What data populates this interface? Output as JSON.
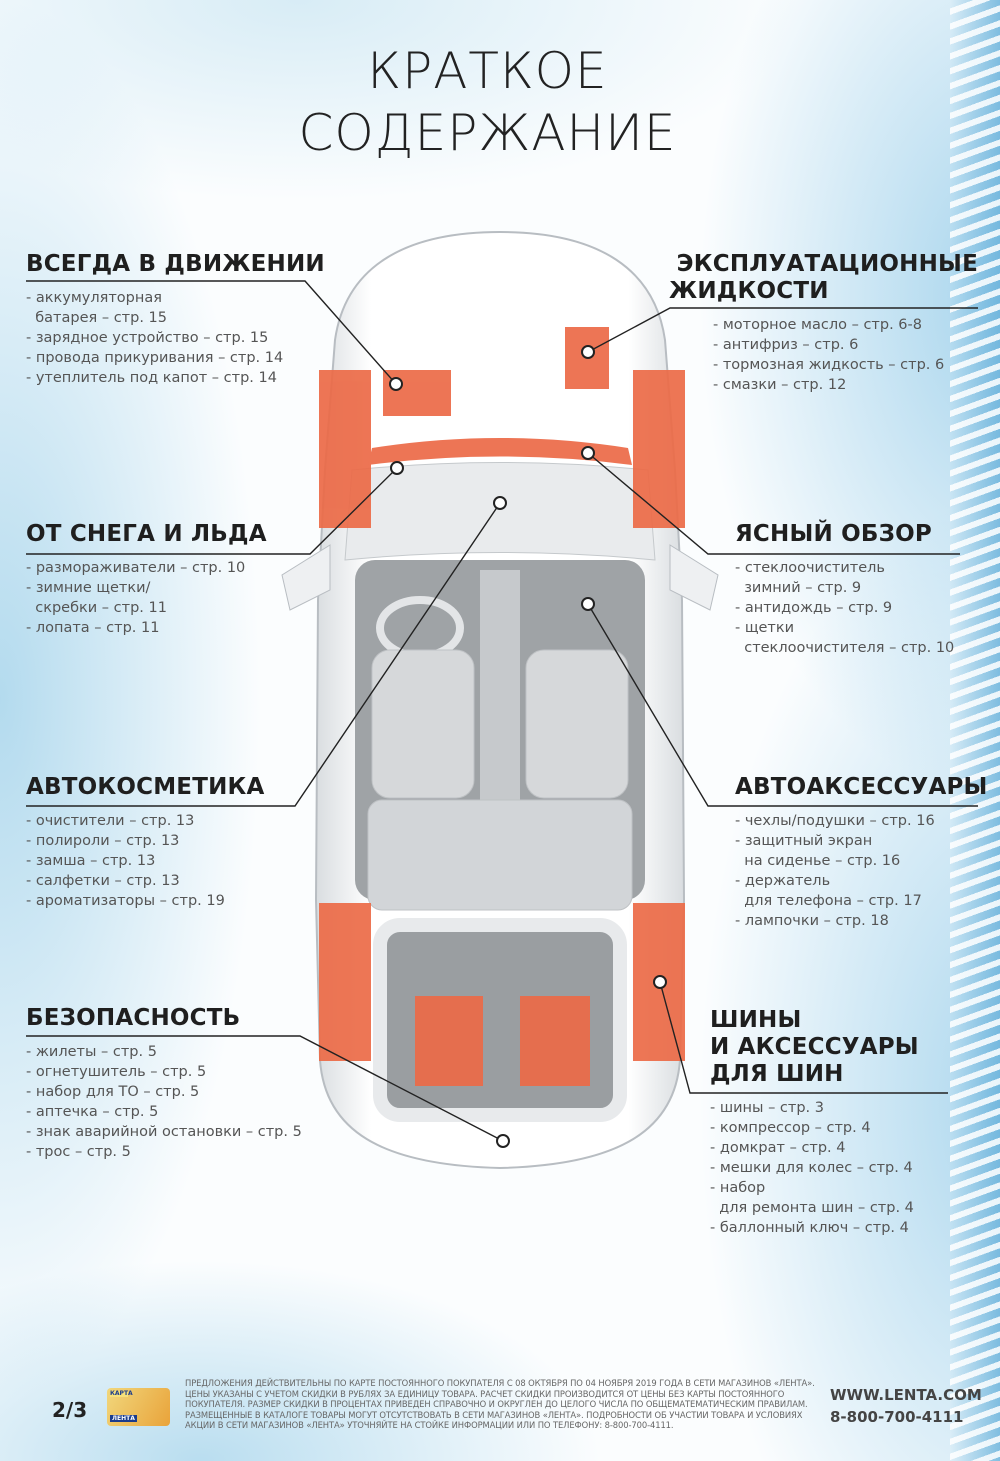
{
  "title": [
    "КРАТКОЕ",
    "СОДЕРЖАНИЕ"
  ],
  "sections": [
    {
      "id": "always-moving",
      "title": [
        "ВСЕГДА В ДВИЖЕНИИ"
      ],
      "items": [
        "- аккумуляторная",
        "  батарея – стр. 15",
        "- зарядное устройство – стр. 15",
        "- провода прикуривания – стр. 14",
        "- утеплитель под капот – стр. 14"
      ]
    },
    {
      "id": "fluids",
      "title": [
        "ЭКСПЛУАТАЦИОННЫЕ",
        "ЖИДКОСТИ"
      ],
      "items": [
        "- моторное масло – стр. 6-8",
        "- антифриз – стр. 6",
        "- тормозная жидкость – стр. 6",
        "- смазки – стр. 12"
      ]
    },
    {
      "id": "snow-ice",
      "title": [
        "ОТ СНЕГА И ЛЬДА"
      ],
      "items": [
        "- размораживатели – стр. 10",
        "- зимние щетки/",
        "  скребки – стр. 11",
        "- лопата – стр. 11"
      ]
    },
    {
      "id": "clear-view",
      "title": [
        "ЯСНЫЙ ОБЗОР"
      ],
      "items": [
        "- стеклоочиститель",
        "  зимний – стр. 9",
        "- антидождь – стр. 9",
        "- щетки",
        "  стеклоочистителя – стр. 10"
      ]
    },
    {
      "id": "car-cosmetics",
      "title": [
        "АВТОКОСМЕТИКА"
      ],
      "items": [
        "- очистители – стр. 13",
        "- полироли – стр. 13",
        "- замша – стр. 13",
        "- салфетки – стр. 13",
        "- ароматизаторы – стр. 19"
      ]
    },
    {
      "id": "accessories",
      "title": [
        "АВТОАКСЕССУАРЫ"
      ],
      "items": [
        "- чехлы/подушки – стр. 16",
        "- защитный экран",
        "  на сиденье – стр. 16",
        "- держатель",
        "  для телефона – стр. 17",
        "- лампочки – стр. 18"
      ]
    },
    {
      "id": "safety",
      "title": [
        "БЕЗОПАСНОСТЬ"
      ],
      "items": [
        "- жилеты – стр. 5",
        "- огнетушитель – стр. 5",
        "- набор для ТО – стр. 5",
        "- аптечка – стр. 5",
        "- знак аварийной остановки – стр. 5",
        "- трос – стр. 5"
      ]
    },
    {
      "id": "tires",
      "title": [
        "ШИНЫ",
        "И АКСЕССУАРЫ",
        "ДЛЯ ШИН"
      ],
      "items": [
        "- шины – стр. 3",
        "- компрессор – стр. 4",
        "- домкрат – стр. 4",
        "- мешки для колес – стр. 4",
        "- набор",
        "  для ремонта шин – стр. 4",
        "- баллонный ключ – стр. 4"
      ]
    }
  ],
  "footer": {
    "page": "2/3",
    "card_label": "КАРТА",
    "card_brand": "ЛЕНТА",
    "legal": [
      "ПРЕДЛОЖЕНИЯ ДЕЙСТВИТЕЛЬНЫ ПО КАРТЕ ПОСТОЯННОГО ПОКУПАТЕЛЯ С 08 ОКТЯБРЯ ПО 04 НОЯБРЯ 2019 ГОДА В СЕТИ МАГАЗИНОВ «ЛЕНТА».",
      "ЦЕНЫ УКАЗАНЫ С УЧЕТОМ СКИДКИ В РУБЛЯХ ЗА ЕДИНИЦУ ТОВАРА. РАСЧЕТ СКИДКИ ПРОИЗВОДИТСЯ ОТ ЦЕНЫ БЕЗ КАРТЫ ПОСТОЯННОГО",
      "ПОКУПАТЕЛЯ. РАЗМЕР СКИДКИ В ПРОЦЕНТАХ ПРИВЕДЕН СПРАВОЧНО И ОКРУГЛЕН ДО ЦЕЛОГО ЧИСЛА ПО ОБЩЕМАТЕМАТИЧЕСКИМ ПРАВИЛАМ.",
      "РАЗМЕЩЕННЫЕ В КАТАЛОГЕ ТОВАРЫ МОГУТ ОТСУТСТВОВАТЬ В СЕТИ МАГАЗИНОВ «ЛЕНТА». ПОДРОБНОСТИ ОБ УЧАСТИИ ТОВАРА И УСЛОВИЯХ",
      "АКЦИИ В СЕТИ МАГАЗИНОВ «ЛЕНТА» УТОЧНЯЙТЕ НА СТОЙКЕ ИНФОРМАЦИИ ИЛИ ПО ТЕЛЕФОНУ: 8-800-700-4111."
    ],
    "website": "WWW.LENTA.COM",
    "phone": "8-800-700-4111"
  },
  "colors": {
    "accent": "#ec6a47",
    "line": "#222222",
    "text": "#555555"
  }
}
